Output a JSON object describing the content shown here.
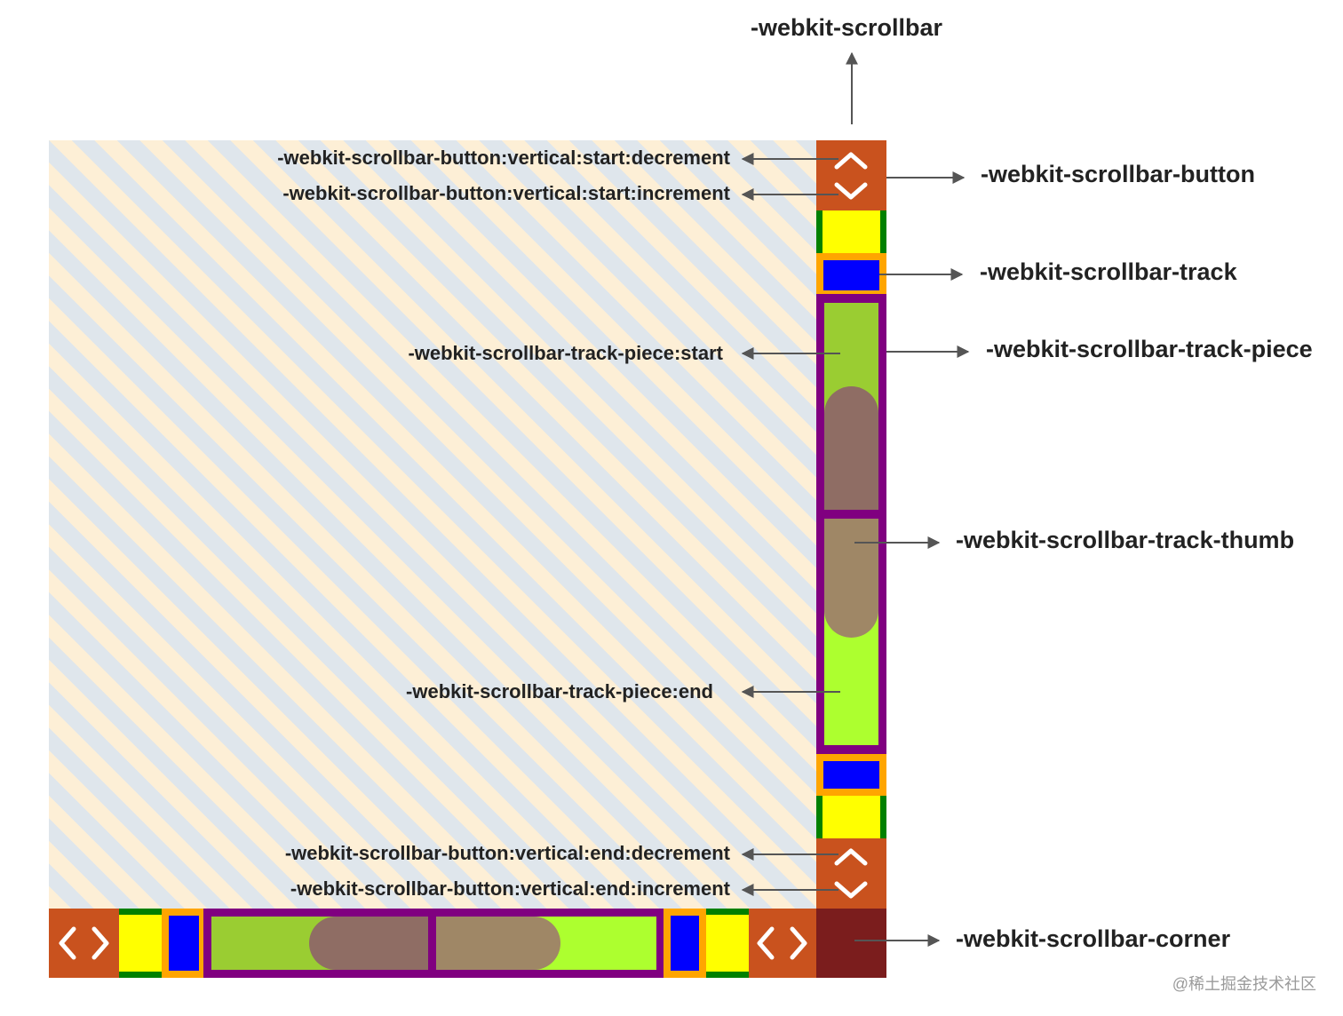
{
  "title_label": "-webkit-scrollbar",
  "right_labels": {
    "button": "-webkit-scrollbar-button",
    "track": "-webkit-scrollbar-track",
    "track_piece": "-webkit-scrollbar-track-piece",
    "thumb": "-webkit-scrollbar-track-thumb",
    "corner": "-webkit-scrollbar-corner"
  },
  "inner_labels": {
    "start_decrement": "-webkit-scrollbar-button:vertical:start:decrement",
    "start_increment": "-webkit-scrollbar-button:vertical:start:increment",
    "track_piece_start": "-webkit-scrollbar-track-piece:start",
    "track_piece_end": "-webkit-scrollbar-track-piece:end",
    "end_decrement": "-webkit-scrollbar-button:vertical:end:decrement",
    "end_increment": "-webkit-scrollbar-button:vertical:end:increment"
  },
  "watermark": "@稀土掘金技术社区",
  "icons": {
    "up": "chevron-up-icon",
    "down": "chevron-down-icon",
    "left": "chevron-left-icon",
    "right": "chevron-right-icon"
  },
  "colors": {
    "button": "#c9521e",
    "button_inner_spacer": "#ffff00",
    "button_spacer_edge": "#008000",
    "track": "#ffa500",
    "track_inner": "#0000ff",
    "track_piece_border": "#800080",
    "track_piece_start": "#9acd32",
    "track_piece_end": "#adff2f",
    "thumb": "#9f8766",
    "corner": "#7b1d1d",
    "arrow": "#555555",
    "stripe_a": "#fdefd6",
    "stripe_b": "#dfe6ec"
  }
}
